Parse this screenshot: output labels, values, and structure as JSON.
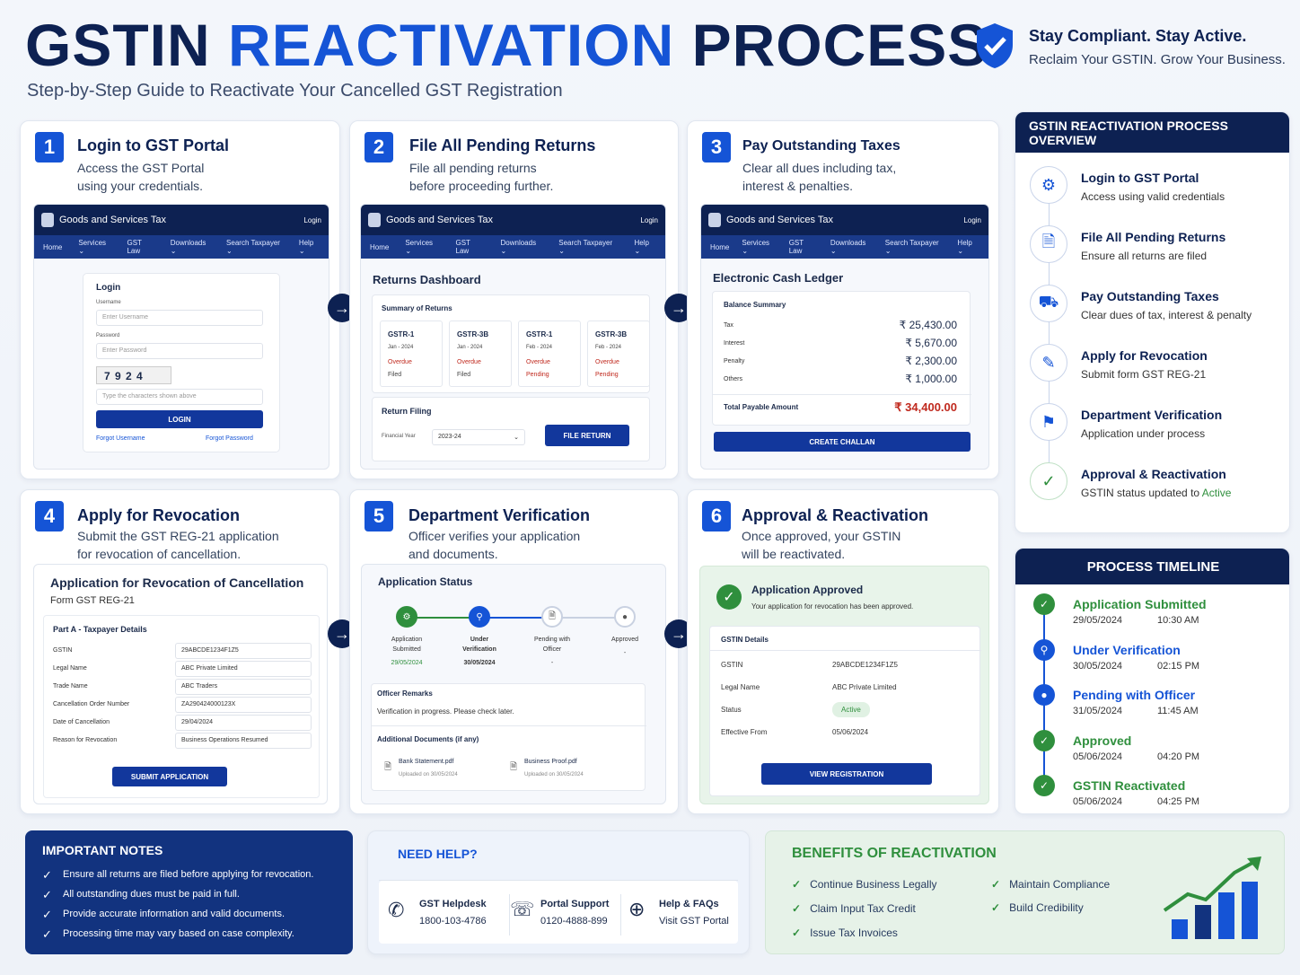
{
  "header": {
    "title_a": "GSTIN",
    "title_b": "REACTIVATION",
    "title_c": "PROCESS",
    "subtitle": "Step-by-Step Guide to Reactivate Your Cancelled GST Registration",
    "tagline": "Stay Compliant. Stay Active.",
    "tagline2": "Reclaim Your GSTIN. Grow Your Business."
  },
  "portal": {
    "name": "Goods and Services Tax",
    "login": "Login",
    "nav": [
      "Home",
      "Services ⌄",
      "GST Law",
      "Downloads ⌄",
      "Search Taxpayer ⌄",
      "Help ⌄"
    ]
  },
  "steps": [
    {
      "num": "1",
      "title": "Login to GST Portal",
      "desc1": "Access the GST Portal",
      "desc2": "using your credentials."
    },
    {
      "num": "2",
      "title": "File All Pending Returns",
      "desc1": "File all pending returns",
      "desc2": "before proceeding further."
    },
    {
      "num": "3",
      "title": "Pay Outstanding Taxes",
      "desc1": "Clear all dues including tax,",
      "desc2": "interest & penalties."
    },
    {
      "num": "4",
      "title": "Apply for Revocation",
      "desc1": "Submit the GST REG-21 application",
      "desc2": "for revocation of cancellation."
    },
    {
      "num": "5",
      "title": "Department Verification",
      "desc1": "Officer verifies your application",
      "desc2": "and documents."
    },
    {
      "num": "6",
      "title": "Approval & Reactivation",
      "desc1": "Once approved, your GSTIN",
      "desc2": "will be reactivated."
    }
  ],
  "login": {
    "heading": "Login",
    "username_label": "Username",
    "username_ph": "Enter Username",
    "password_label": "Password",
    "password_ph": "Enter Password",
    "captcha": "7 9 2 4",
    "captcha_ph": "Type the characters shown above",
    "button": "LOGIN",
    "forgot_user": "Forgot Username",
    "forgot_pass": "Forgot Password"
  },
  "returns": {
    "heading": "Returns Dashboard",
    "summary": "Summary of Returns",
    "items": [
      {
        "name": "GSTR-1",
        "period": "Jan - 2024",
        "status": "Overdue",
        "state": "Filed"
      },
      {
        "name": "GSTR-3B",
        "period": "Jan - 2024",
        "status": "Overdue",
        "state": "Filed"
      },
      {
        "name": "GSTR-1",
        "period": "Feb - 2024",
        "status": "Overdue",
        "state": "Pending"
      },
      {
        "name": "GSTR-3B",
        "period": "Feb - 2024",
        "status": "Overdue",
        "state": "Pending"
      }
    ],
    "filing": "Return Filing",
    "fy_label": "Financial Year",
    "fy_value": "2023-24",
    "button": "FILE RETURN"
  },
  "ledger": {
    "heading": "Electronic Cash Ledger",
    "summary": "Balance Summary",
    "rows": [
      {
        "k": "Tax",
        "v": "₹ 25,430.00"
      },
      {
        "k": "Interest",
        "v": "₹ 5,670.00"
      },
      {
        "k": "Penalty",
        "v": "₹ 2,300.00"
      },
      {
        "k": "Others",
        "v": "₹ 1,000.00"
      }
    ],
    "total_label": "Total Payable Amount",
    "total": "₹ 34,400.00",
    "button": "CREATE CHALLAN"
  },
  "revocation": {
    "heading": "Application for Revocation of Cancellation",
    "form": "Form GST REG-21",
    "part": "Part A - Taxpayer Details",
    "rows": [
      {
        "k": "GSTIN",
        "v": "29ABCDE1234F1Z5"
      },
      {
        "k": "Legal Name",
        "v": "ABC Private Limited"
      },
      {
        "k": "Trade Name",
        "v": "ABC Traders"
      },
      {
        "k": "Cancellation Order Number",
        "v": "ZA290424000123X"
      },
      {
        "k": "Date of Cancellation",
        "v": "29/04/2024"
      },
      {
        "k": "Reason for Revocation",
        "v": "Business Operations Resumed"
      }
    ],
    "button": "SUBMIT APPLICATION"
  },
  "verification": {
    "heading": "Application Status",
    "steps": [
      {
        "l1": "Application",
        "l2": "Submitted",
        "date": "29/05/2024"
      },
      {
        "l1": "Under",
        "l2": "Verification",
        "date": "30/05/2024"
      },
      {
        "l1": "Pending with",
        "l2": "Officer",
        "date": "-"
      },
      {
        "l1": "Approved",
        "l2": "",
        "date": "-"
      }
    ],
    "remarks_title": "Officer Remarks",
    "remarks": "Verification in progress. Please check later.",
    "docs_title": "Additional Documents (if any)",
    "docs": [
      {
        "name": "Bank Statement.pdf",
        "up": "Uploaded on 30/05/2024"
      },
      {
        "name": "Business Proof.pdf",
        "up": "Uploaded on 30/05/2024"
      }
    ]
  },
  "approval": {
    "heading": "Application Approved",
    "sub": "Your application for revocation has been approved.",
    "details": "GSTIN Details",
    "rows": [
      {
        "k": "GSTIN",
        "v": "29ABCDE1234F1Z5"
      },
      {
        "k": "Legal Name",
        "v": "ABC Private Limited"
      },
      {
        "k": "Status",
        "v": "Active"
      },
      {
        "k": "Effective From",
        "v": "05/06/2024"
      }
    ],
    "button": "VIEW REGISTRATION"
  },
  "overview": {
    "title": "GSTIN REACTIVATION PROCESS OVERVIEW",
    "items": [
      {
        "t": "Login to GST Portal",
        "d": "Access using valid credentials"
      },
      {
        "t": "File All Pending Returns",
        "d": "Ensure all returns are filed"
      },
      {
        "t": "Pay Outstanding Taxes",
        "d": "Clear dues of tax, interest & penalty"
      },
      {
        "t": "Apply for Revocation",
        "d": "Submit form GST REG-21"
      },
      {
        "t": "Department Verification",
        "d": "Application under process"
      },
      {
        "t": "Approval & Reactivation",
        "d": "GSTIN status updated to ",
        "d2": "Active"
      }
    ]
  },
  "timeline": {
    "title": "PROCESS TIMELINE",
    "items": [
      {
        "t": "Application Submitted",
        "date": "29/05/2024",
        "time": "10:30 AM",
        "color": "#2f8f3d"
      },
      {
        "t": "Under Verification",
        "date": "30/05/2024",
        "time": "02:15 PM",
        "color": "#1554d6"
      },
      {
        "t": "Pending with Officer",
        "date": "31/05/2024",
        "time": "11:45 AM",
        "color": "#1554d6"
      },
      {
        "t": "Approved",
        "date": "05/06/2024",
        "time": "04:20 PM",
        "color": "#2f8f3d"
      },
      {
        "t": "GSTIN Reactivated",
        "date": "05/06/2024",
        "time": "04:25 PM",
        "color": "#2f8f3d"
      }
    ]
  },
  "notes": {
    "title": "IMPORTANT NOTES",
    "items": [
      "Ensure all returns are filed before applying for revocation.",
      "All outstanding dues must be paid in full.",
      "Provide accurate information and valid documents.",
      "Processing time may vary based on case complexity."
    ]
  },
  "help": {
    "title": "NEED HELP?",
    "items": [
      {
        "t": "GST Helpdesk",
        "d": "1800-103-4786"
      },
      {
        "t": "Portal Support",
        "d": "0120-4888-899"
      },
      {
        "t": "Help & FAQs",
        "d": "Visit GST Portal"
      }
    ]
  },
  "benefits": {
    "title": "BENEFITS OF REACTIVATION",
    "col1": [
      "Continue Business Legally",
      "Claim Input Tax Credit",
      "Issue Tax Invoices"
    ],
    "col2": [
      "Maintain Compliance",
      "Build Credibility"
    ]
  },
  "colors": {
    "navy": "#0d2152",
    "blue": "#1554d6",
    "green": "#2f8f3d",
    "red": "#c0291e"
  }
}
